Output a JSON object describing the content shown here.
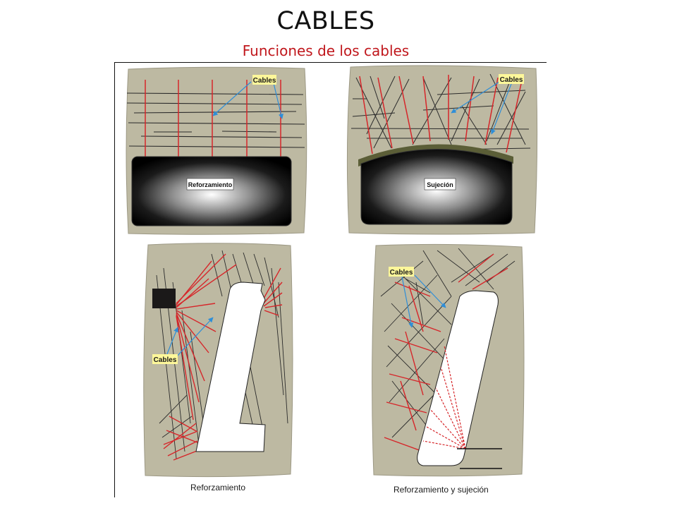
{
  "header": {
    "title": "CABLES",
    "subtitle": "Funciones de los cables"
  },
  "panels": {
    "top_left": {
      "callout": "Cables",
      "opening_label": "Reforzamiento"
    },
    "top_right": {
      "callout": "Cables",
      "opening_label": "Sujeción"
    },
    "bottom_left": {
      "callout": "Cables",
      "caption": "Reforzamiento"
    },
    "bottom_right": {
      "callout": "Cables",
      "caption": "Reforzamiento y sujeción"
    }
  },
  "colors": {
    "rock": "#bdb9a2",
    "cable": "#d6262a",
    "fracture": "#2b2b2b",
    "callout_bg": "#fdf79a",
    "arrow": "#2e8ed8"
  }
}
